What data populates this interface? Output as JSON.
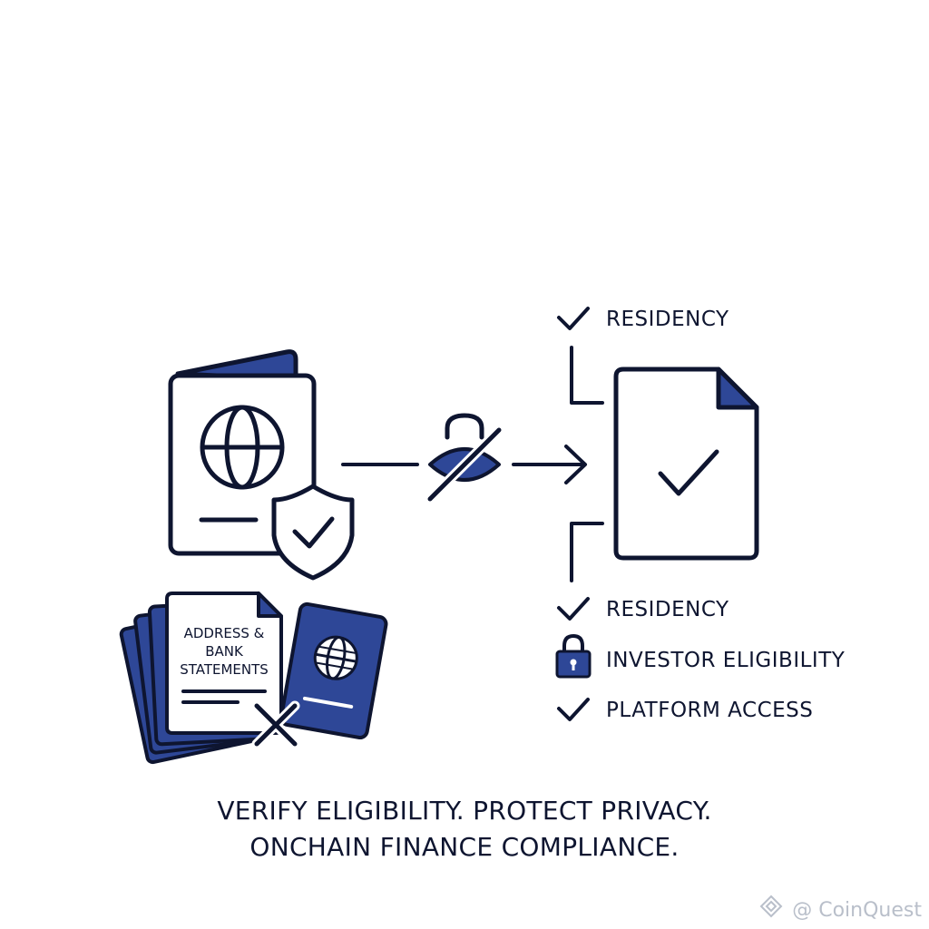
{
  "colors": {
    "navy": "#0e1530",
    "blue": "#2e4797",
    "white": "#ffffff",
    "watermark": "#b9bfca"
  },
  "icons": {
    "id_document": "passport-globe-icon",
    "shield": "shield-check-icon",
    "privacy": "lock-eye-slash-icon",
    "arrow": "arrow-right-icon",
    "result_document": "document-check-icon",
    "source_papers": "paper-stack-icon",
    "passport": "passport-icon",
    "rejected": "cross-icon",
    "check": "check-icon",
    "lock": "padlock-icon",
    "watermark_logo": "diamond-logo-icon"
  },
  "source_documents": {
    "paper_text": [
      "ADDRESS &",
      "BANK",
      "STATEMENTS"
    ]
  },
  "attributes_top": [
    {
      "label": "RESIDENCY",
      "icon": "check-icon"
    }
  ],
  "attributes_bottom": [
    {
      "label": "RESIDENCY",
      "icon": "check-icon"
    },
    {
      "label": "INVESTOR ELIGIBILITY",
      "icon": "padlock-icon"
    },
    {
      "label": "PLATFORM ACCESS",
      "icon": "check-icon"
    }
  ],
  "tagline": {
    "line1": "VERIFY ELIGIBILITY. PROTECT PRIVACY.",
    "line2": "ONCHAIN FINANCE COMPLIANCE."
  },
  "watermark": {
    "text": "@ CoinQuest"
  }
}
